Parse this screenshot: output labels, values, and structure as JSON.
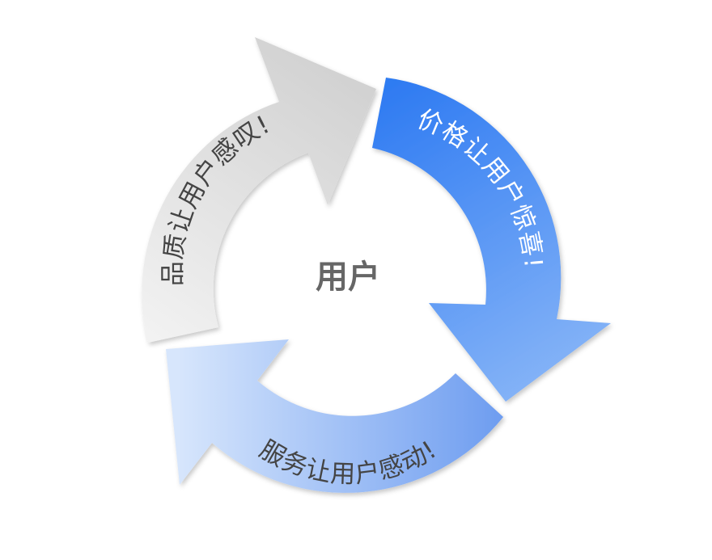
{
  "diagram": {
    "center": {
      "label": "用户",
      "color": "#666666"
    },
    "arrows": [
      {
        "id": "quality",
        "label": "品质让用户感叹!",
        "text_color": "#444444",
        "fill_start": "#f2f2f2",
        "fill_end": "#cfcfcf"
      },
      {
        "id": "price",
        "label": "价格让用户惊喜!",
        "text_color": "#ffffff",
        "fill_start": "#2f7bf2",
        "fill_end": "#86b4f7"
      },
      {
        "id": "service",
        "label": "服务让用户感动!",
        "text_color": "#444444",
        "fill_start": "#d7e6fc",
        "fill_end": "#6e9df0"
      }
    ]
  }
}
